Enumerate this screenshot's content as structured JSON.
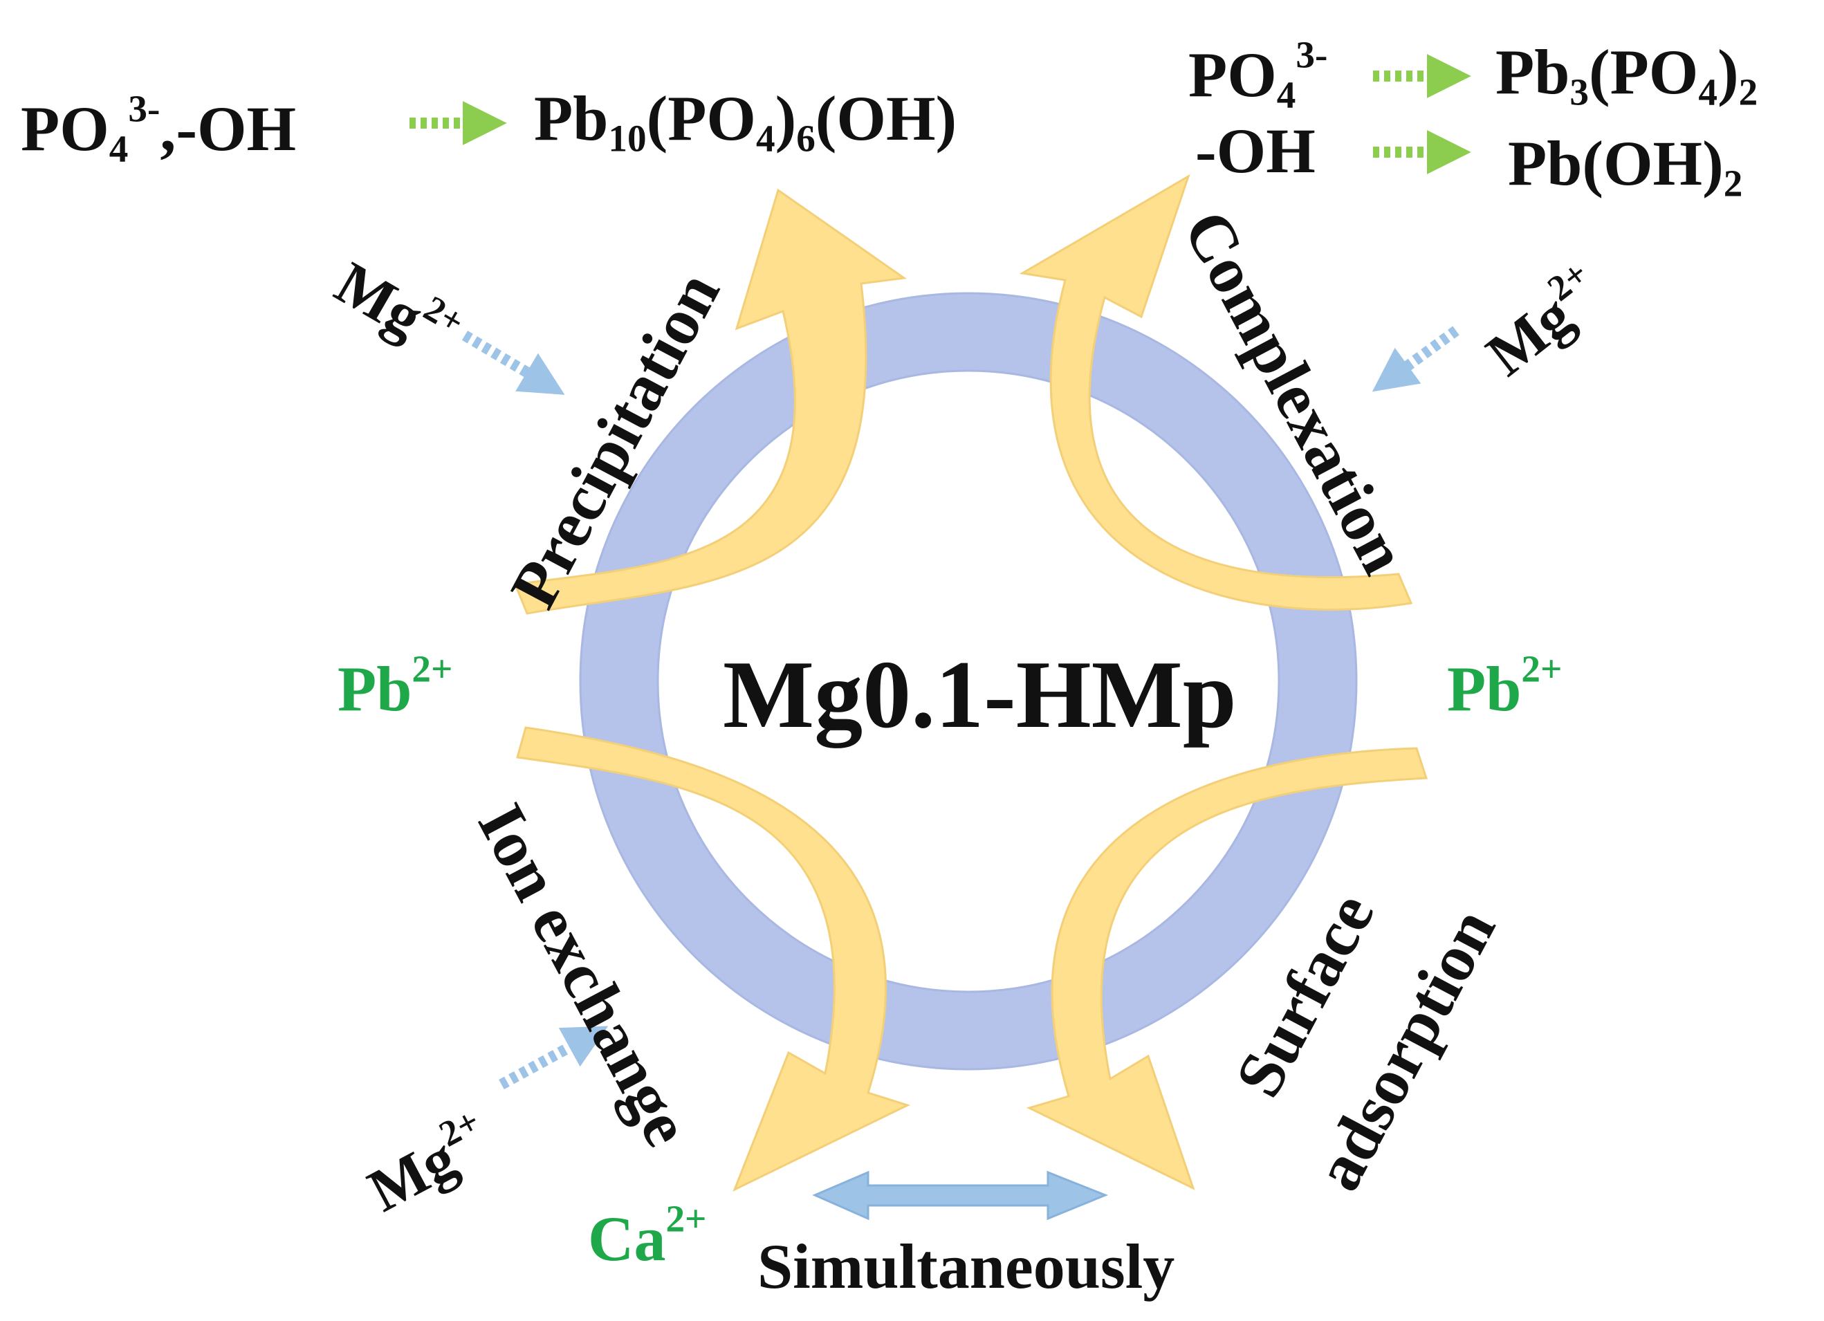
{
  "center_label": "Mg0.1-HMp",
  "mechanisms": {
    "precipitation": "Precipitation",
    "complexation": "Complexation",
    "ion_exchange": "Ion exchange",
    "surface_adsorption_1": "Surface",
    "surface_adsorption_2": "adsorption"
  },
  "ions": {
    "pb_left": "Pb",
    "pb_left_charge": "2+",
    "pb_right": "Pb",
    "pb_right_charge": "2+",
    "ca": "Ca",
    "ca_charge": "2+",
    "mg": "Mg",
    "mg_charge": "2+"
  },
  "reactions": {
    "left_reactant_a": "PO",
    "left_reactant_sub": "4",
    "left_reactant_sup": "3-",
    "left_reactant_b": ",-OH",
    "left_product_a": "Pb",
    "left_product_sub1": "10",
    "left_product_b": "(PO",
    "left_product_sub2": "4",
    "left_product_c": ")",
    "left_product_sub3": "6",
    "left_product_d": "(OH)",
    "right_reactant1_a": "PO",
    "right_reactant1_sub": "4",
    "right_reactant1_sup": "3-",
    "right_product1_a": "Pb",
    "right_product1_sub1": "3",
    "right_product1_b": "(PO",
    "right_product1_sub2": "4",
    "right_product1_c": ")",
    "right_product1_sub3": "2",
    "right_reactant2": "-OH",
    "right_product2_a": "Pb(OH)",
    "right_product2_sub": "2"
  },
  "bottom_label": "Simultaneously",
  "colors": {
    "ring": "#b5c3ea",
    "arc_arrow": "#ffe08e",
    "mg_arrow": "#9dc3e6",
    "reaction_arrow": "#8ccc4f",
    "ion_text": "#1fa84a",
    "text": "#111111"
  }
}
